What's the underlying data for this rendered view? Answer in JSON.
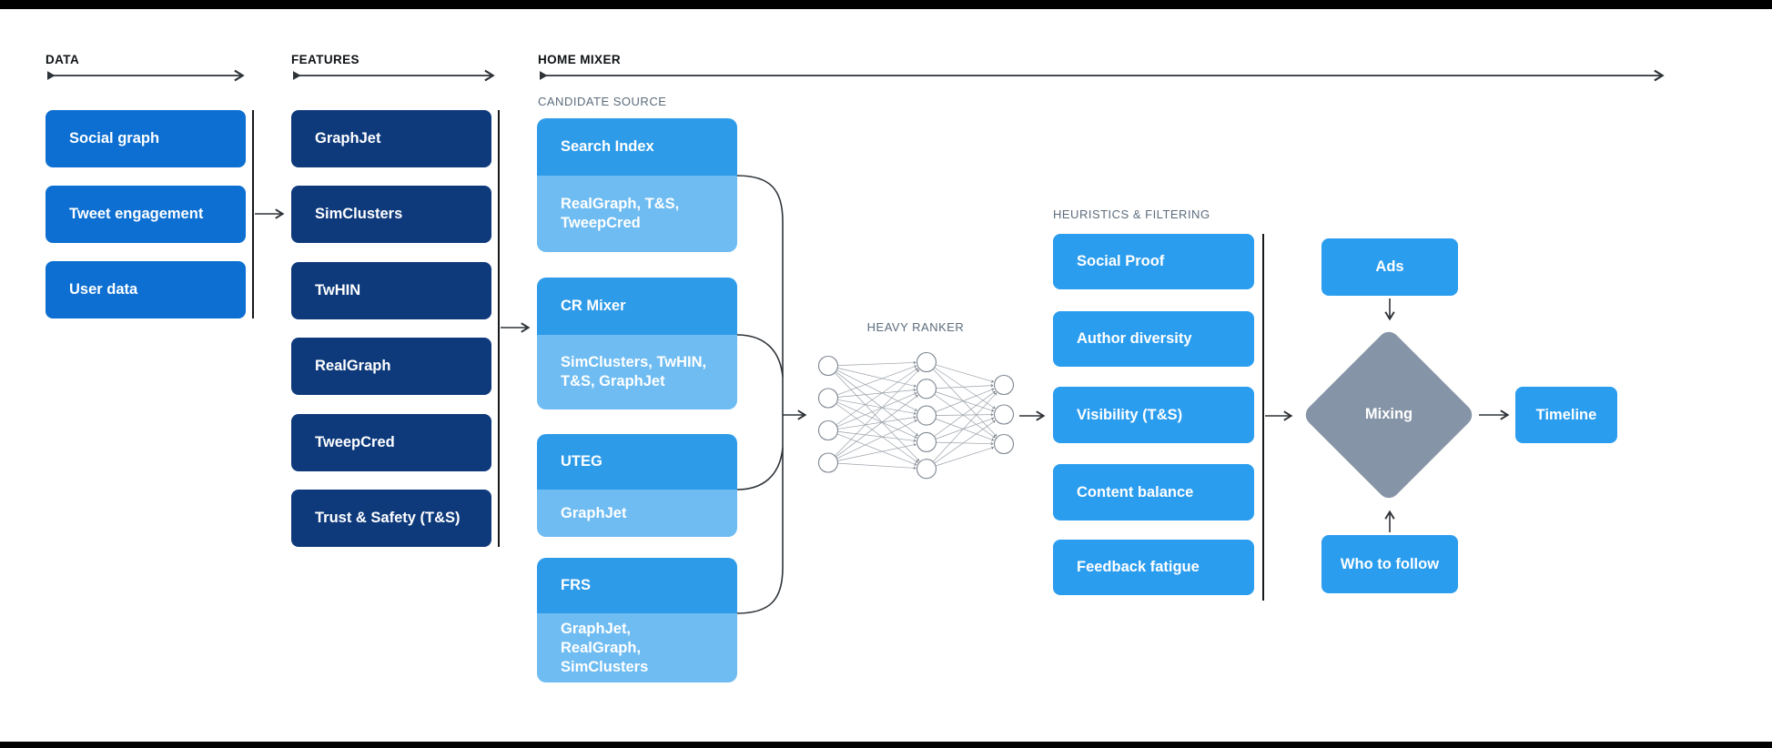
{
  "colors": {
    "background": "#FFFFFF",
    "bar": "#000000",
    "data_box": "#0C6FD1",
    "features_box": "#0E3A7C",
    "candidate_top": "#2E9BE9",
    "candidate_sub": "#6FBCF2",
    "filter_box": "#2B9DEF",
    "right_box": "#2B9DEF",
    "diamond": "#8594A6",
    "line": "#2E3338",
    "header_text": "#0E1214",
    "subheader_text": "#5C6C7C"
  },
  "headers": {
    "data": "DATA",
    "features": "FEATURES",
    "home_mixer": "HOME MIXER"
  },
  "data_column": {
    "items": [
      "Social graph",
      "Tweet engagement",
      "User data"
    ]
  },
  "features_column": {
    "items": [
      "GraphJet",
      "SimClusters",
      "TwHIN",
      "RealGraph",
      "TweepCred",
      "Trust & Safety (T&S)"
    ]
  },
  "candidate_source": {
    "label": "CANDIDATE SOURCE",
    "items": [
      {
        "name": "Search Index",
        "uses": "RealGraph, T&S, TweepCred"
      },
      {
        "name": "CR Mixer",
        "uses": "SimClusters, TwHIN, T&S, GraphJet"
      },
      {
        "name": "UTEG",
        "uses": "GraphJet"
      },
      {
        "name": "FRS",
        "uses": "GraphJet, RealGraph, SimClusters"
      }
    ]
  },
  "heavy_ranker": {
    "label": "HEAVY RANKER",
    "layers": {
      "input": 4,
      "hidden": 5,
      "output": 3
    }
  },
  "heuristics": {
    "label": "HEURISTICS & FILTERING",
    "items": [
      "Social Proof",
      "Author diversity",
      "Visibility (T&S)",
      "Content balance",
      "Feedback fatigue"
    ]
  },
  "mixing": {
    "ads": "Ads",
    "diamond": "Mixing",
    "who_to_follow": "Who to follow",
    "timeline": "Timeline"
  }
}
